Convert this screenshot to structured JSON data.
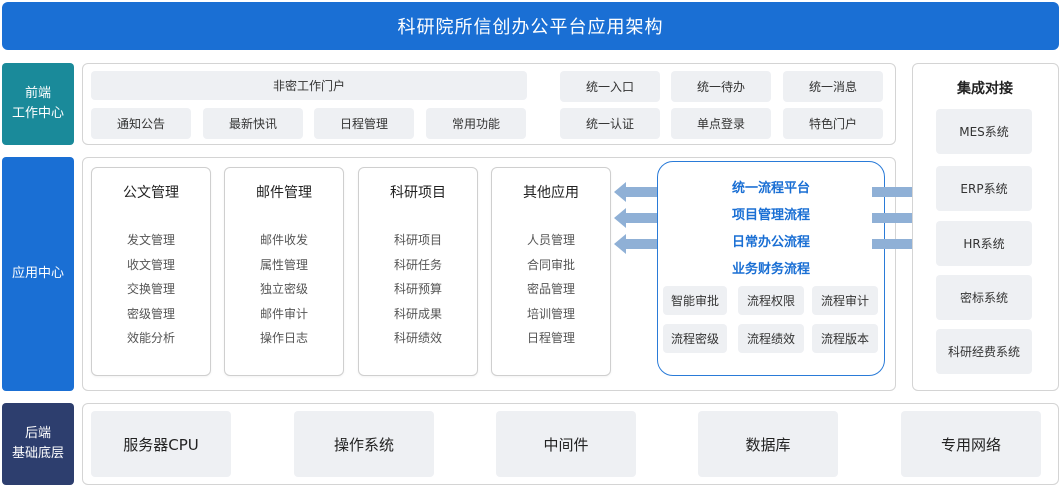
{
  "title": "科研院所信创办公平台应用架构",
  "layers": {
    "front": "前端\n工作中心",
    "app": "应用中心",
    "back": "后端\n基础底层"
  },
  "front": {
    "portal": "非密工作门户",
    "modules": [
      "通知公告",
      "最新快讯",
      "日程管理",
      "常用功能"
    ],
    "unified": [
      "统一入口",
      "统一待办",
      "统一消息",
      "统一认证",
      "单点登录",
      "特色门户"
    ]
  },
  "app": {
    "cards": [
      {
        "title": "公文管理",
        "items": [
          "发文管理",
          "收文管理",
          "交换管理",
          "密级管理",
          "效能分析"
        ]
      },
      {
        "title": "邮件管理",
        "items": [
          "邮件收发",
          "属性管理",
          "独立密级",
          "邮件审计",
          "操作日志"
        ]
      },
      {
        "title": "科研项目",
        "items": [
          "科研项目",
          "科研任务",
          "科研预算",
          "科研成果",
          "科研绩效"
        ]
      },
      {
        "title": "其他应用",
        "items": [
          "人员管理",
          "合同审批",
          "密品管理",
          "培训管理",
          "日程管理"
        ]
      }
    ],
    "flow": {
      "lines": [
        "统一流程平台",
        "项目管理流程",
        "日常办公流程",
        "业务财务流程"
      ],
      "features": [
        "智能审批",
        "流程权限",
        "流程审计",
        "流程密级",
        "流程绩效",
        "流程版本"
      ]
    }
  },
  "integration": {
    "title": "集成对接",
    "systems": [
      "MES系统",
      "ERP系统",
      "HR系统",
      "密标系统",
      "科研经费系统"
    ]
  },
  "back": {
    "items": [
      "服务器CPU",
      "操作系统",
      "中间件",
      "数据库",
      "专用网络"
    ]
  },
  "colors": {
    "title_bg": "#1a6fd4",
    "front_label": "#1a8a9a",
    "app_label": "#1a6fd4",
    "back_label": "#2d3e6e",
    "arrow": "#8fb0d6"
  }
}
